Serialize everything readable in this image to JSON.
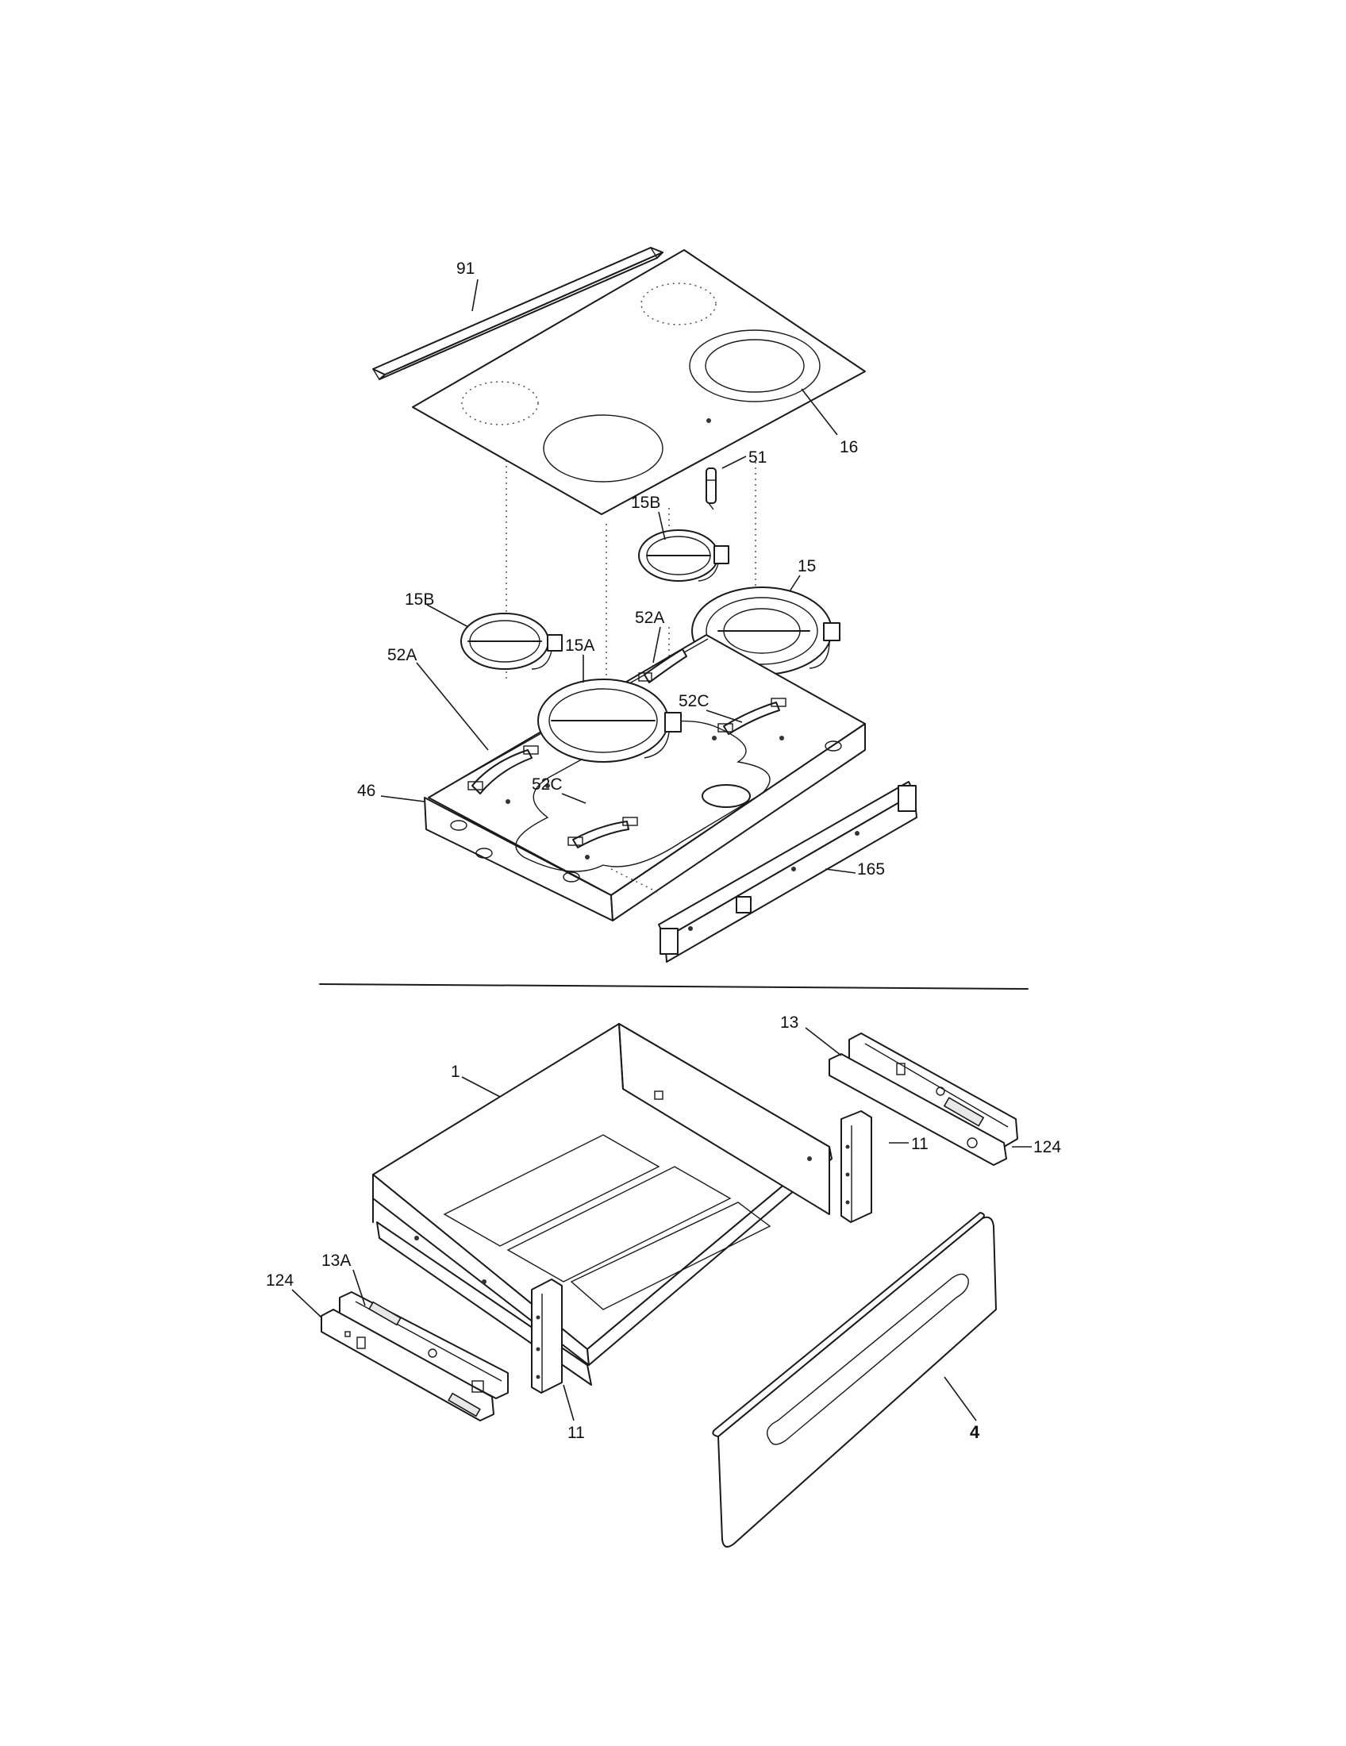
{
  "labels": {
    "p91": "91",
    "p16": "16",
    "p51": "51",
    "p15B_top": "15B",
    "p15": "15",
    "p15B_left": "15B",
    "p52A_right": "52A",
    "p52A_left": "52A",
    "p15A": "15A",
    "p52C_right": "52C",
    "p52C_left": "52C",
    "p46": "46",
    "p165": "165",
    "p13": "13",
    "p124_right": "124",
    "p1": "1",
    "p11_right": "11",
    "p13A": "13A",
    "p124_left": "124",
    "p11_left": "11",
    "p4": "4"
  },
  "colors": {
    "line": "#1a1a1a",
    "background": "#ffffff"
  }
}
